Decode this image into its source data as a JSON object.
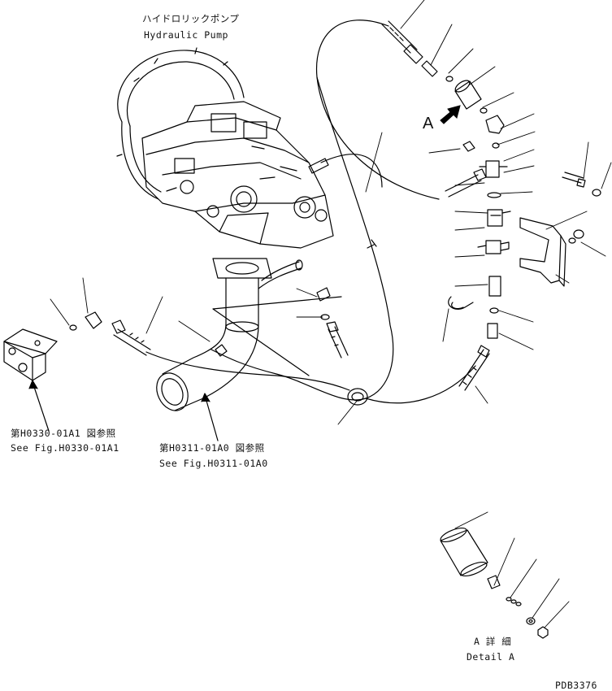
{
  "labels": {
    "pump_jp": "ハイドロリックポンプ",
    "pump_en": "Hydraulic Pump",
    "view_letter": "A",
    "ref1_jp": "第H0330-01A1 図参照",
    "ref1_en": "See Fig.H0330-01A1",
    "ref2_jp": "第H0311-01A0 図参照",
    "ref2_en": "See Fig.H0311-01A0",
    "detail_jp": "A 詳 細",
    "detail_en": "Detail A",
    "code": "PDB3376"
  }
}
